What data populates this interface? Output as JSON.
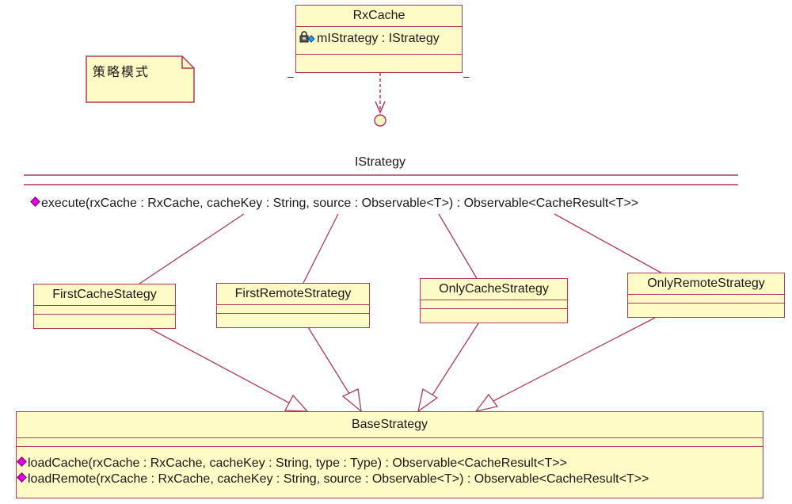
{
  "colors": {
    "line": "#b03a5a",
    "class_fill": "#fffbc6",
    "operation_marker": "#e000e0"
  },
  "note": {
    "text": "策略模式"
  },
  "rxcache": {
    "name": "RxCache",
    "attribute": "mIStrategy : IStrategy",
    "attribute_icon": "private-attribute-lock-icon",
    "dash_left": "–",
    "dash_right": "–"
  },
  "istrategy": {
    "name": "IStrategy",
    "operation": "execute(rxCache : RxCache, cacheKey : String, source : Observable<T>) : Observable<CacheResult<T>>",
    "operation_icon": "public-operation-diamond-icon"
  },
  "strategies": [
    {
      "name": "FirstCacheStategy"
    },
    {
      "name": "FirstRemoteStrategy"
    },
    {
      "name": "OnlyCacheStrategy"
    },
    {
      "name": "OnlyRemoteStrategy"
    }
  ],
  "base": {
    "name": "BaseStrategy",
    "operations": [
      "loadCache(rxCache : RxCache, cacheKey : String, type : Type) : Observable<CacheResult<T>>",
      "loadRemote(rxCache : RxCache, cacheKey : String, source : Observable<T>) : Observable<CacheResult<T>>"
    ]
  },
  "relations": [
    {
      "type": "dependency",
      "from": "RxCache",
      "to": "IStrategy"
    },
    {
      "type": "realization",
      "from": "FirstCacheStategy",
      "to": "IStrategy"
    },
    {
      "type": "realization",
      "from": "FirstRemoteStrategy",
      "to": "IStrategy"
    },
    {
      "type": "realization",
      "from": "OnlyCacheStrategy",
      "to": "IStrategy"
    },
    {
      "type": "realization",
      "from": "OnlyRemoteStrategy",
      "to": "IStrategy"
    },
    {
      "type": "generalization",
      "from": "FirstCacheStategy",
      "to": "BaseStrategy"
    },
    {
      "type": "generalization",
      "from": "FirstRemoteStrategy",
      "to": "BaseStrategy"
    },
    {
      "type": "generalization",
      "from": "OnlyCacheStrategy",
      "to": "BaseStrategy"
    },
    {
      "type": "generalization",
      "from": "OnlyRemoteStrategy",
      "to": "BaseStrategy"
    }
  ]
}
